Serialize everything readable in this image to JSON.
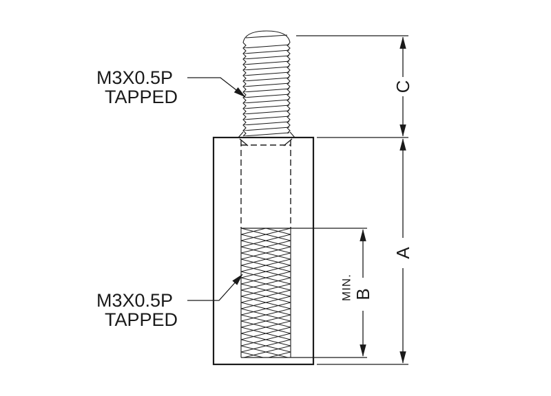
{
  "drawing": {
    "type": "technical-drawing",
    "subject": "male-female threaded standoff section view",
    "colors": {
      "line": "#1a1a1a",
      "background": "#ffffff"
    },
    "callouts": {
      "top": {
        "line1": "M3X0.5P",
        "line2": "TAPPED"
      },
      "bottom": {
        "line1": "M3X0.5P",
        "line2": "TAPPED"
      }
    },
    "dimensions": {
      "stud_length": "C",
      "overall_length": "A",
      "thread_depth": "B",
      "thread_depth_qualifier": "MIN."
    }
  }
}
